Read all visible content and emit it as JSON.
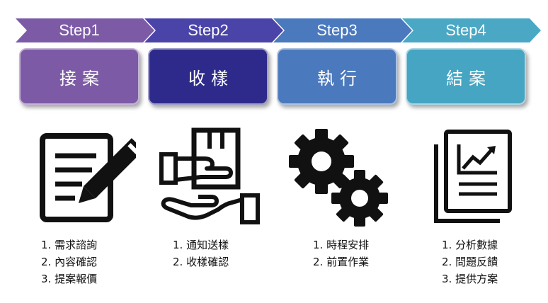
{
  "steps": [
    {
      "label": "Step1",
      "title": "接案",
      "color": "#7d5aa6",
      "box_color": "#7d5aa6",
      "icon": "document-pen-icon",
      "items": [
        "1. 需求諮詢",
        "2. 內容確認",
        "3. 提案報價"
      ]
    },
    {
      "label": "Step2",
      "title": "收樣",
      "color": "#4a44a8",
      "box_color": "#2e2a8c",
      "icon": "hand-give-receive-icon",
      "items": [
        "1. 通知送樣",
        "2. 收樣確認"
      ]
    },
    {
      "label": "Step3",
      "title": "執行",
      "color": "#4b79bd",
      "box_color": "#4b79bd",
      "icon": "gears-icon",
      "items": [
        "1. 時程安排",
        "2. 前置作業"
      ]
    },
    {
      "label": "Step4",
      "title": "結案",
      "color": "#4aa8c4",
      "box_color": "#45a5c2",
      "icon": "report-chart-icon",
      "items": [
        "1. 分析數據",
        "2. 問題反饋",
        "3. 提供方案"
      ]
    }
  ]
}
